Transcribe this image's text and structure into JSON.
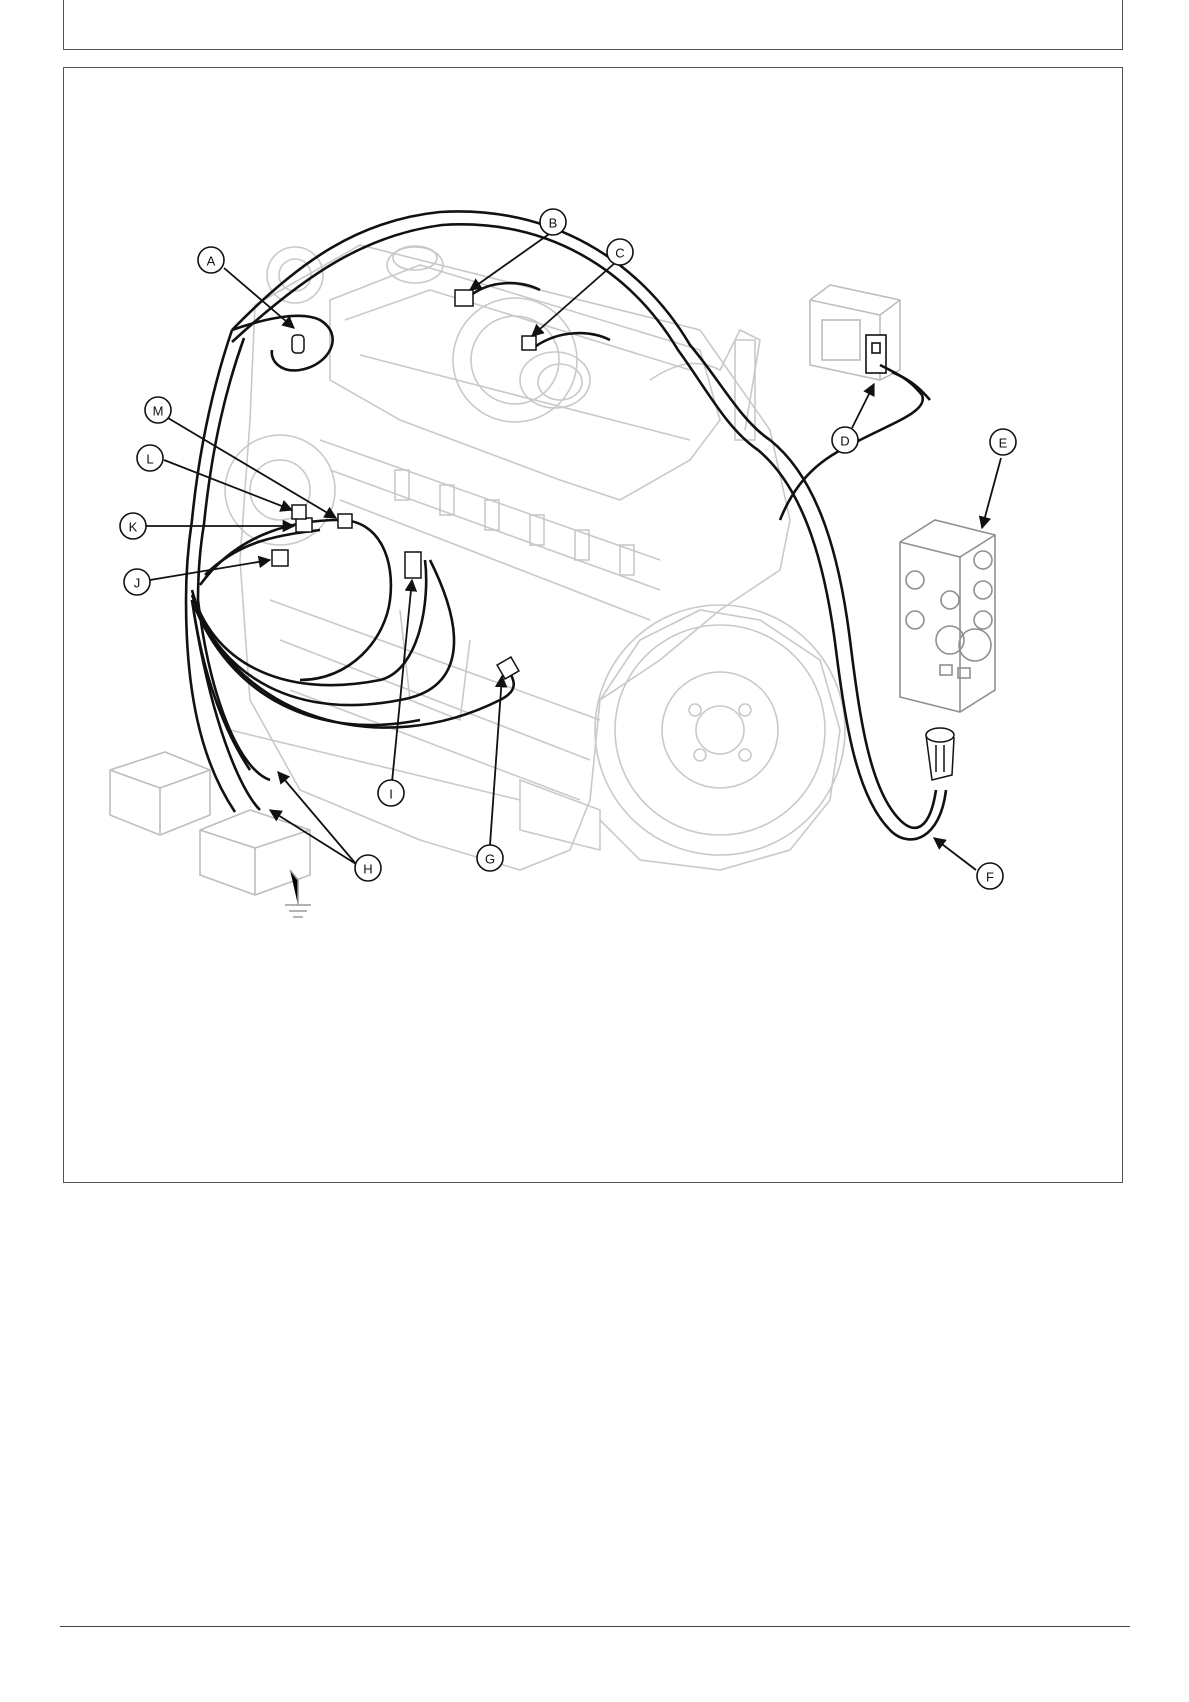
{
  "diagram": {
    "callouts": [
      {
        "id": "A",
        "label": "A"
      },
      {
        "id": "B",
        "label": "B"
      },
      {
        "id": "C",
        "label": "C"
      },
      {
        "id": "D",
        "label": "D"
      },
      {
        "id": "E",
        "label": "E"
      },
      {
        "id": "F",
        "label": "F"
      },
      {
        "id": "G",
        "label": "G"
      },
      {
        "id": "H",
        "label": "H"
      },
      {
        "id": "I",
        "label": "I"
      },
      {
        "id": "J",
        "label": "J"
      },
      {
        "id": "K",
        "label": "K"
      },
      {
        "id": "L",
        "label": "L"
      },
      {
        "id": "M",
        "label": "M"
      }
    ]
  }
}
